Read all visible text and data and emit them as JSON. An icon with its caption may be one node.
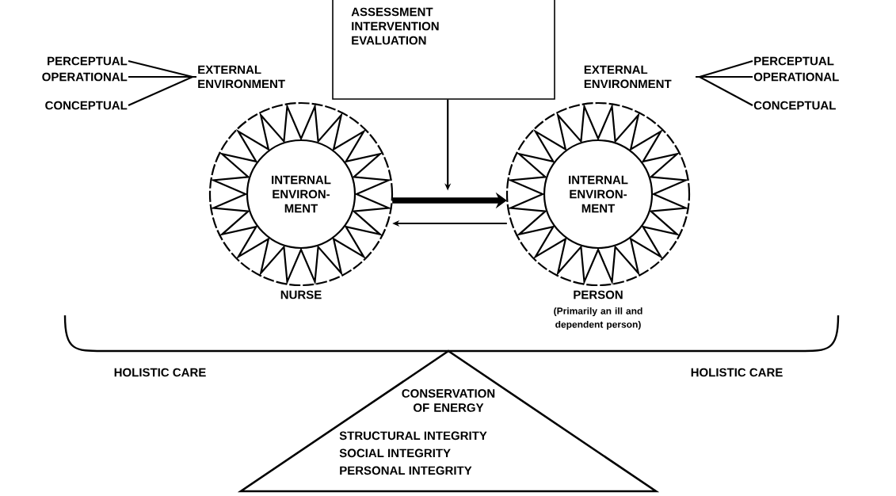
{
  "diagram": {
    "nodes": [
      {
        "text": [
          "PERCEPTUAL"
        ]
      },
      {
        "text": [
          "OPERATIONAL"
        ]
      },
      {
        "text": [
          "CONCEPTUAL"
        ]
      },
      {
        "text": [
          "EXTERNAL ENVIRONMENT"
        ]
      },
      {
        "text": [
          "ASSESSMENT INTERVENTION EVALUATION"
        ]
      },
      {
        "text": [
          "PERCEPTUAL"
        ]
      },
      {
        "text": [
          "OPERATIONAL"
        ]
      },
      {
        "text": [
          "CONCEPTUAL"
        ]
      },
      {
        "text": [
          "EXTERNAL ENVIRONMENT"
        ]
      },
      {
        "text": [
          "INTERNAL ENVIRON- MENT"
        ],
        "beside": [
          "NURSE"
        ]
      },
      {
        "text": [
          "INTERNAL ENVIRON- MENT"
        ],
        "beside": [
          "PERSON",
          "(Primarily an ill and dependent person)"
        ]
      },
      {
        "text": [
          "CONSERVATION OF ENERGY",
          "STRUCTURAL INTEGRITY",
          "SOCIAL INTEGRITY",
          "PERSONAL INTEGRITY"
        ]
      }
    ],
    "edges": [
      {
        "from": 0,
        "to": 3,
        "arrow": "none"
      },
      {
        "from": 1,
        "to": 3,
        "arrow": "none"
      },
      {
        "from": 2,
        "to": 3,
        "arrow": "none"
      },
      {
        "from": 5,
        "to": 8,
        "arrow": "none"
      },
      {
        "from": 6,
        "to": 8,
        "arrow": "none"
      },
      {
        "from": 7,
        "to": 8,
        "arrow": "none"
      },
      {
        "from": 4,
        "to": null,
        "arrow": "to"
      },
      {
        "from": 9,
        "to": 10,
        "arrow": "to",
        "style": "thick"
      },
      {
        "from": 10,
        "to": 9,
        "arrow": "to"
      }
    ],
    "labels": [
      "HOLISTIC CARE",
      "HOLISTIC CARE"
    ]
  }
}
